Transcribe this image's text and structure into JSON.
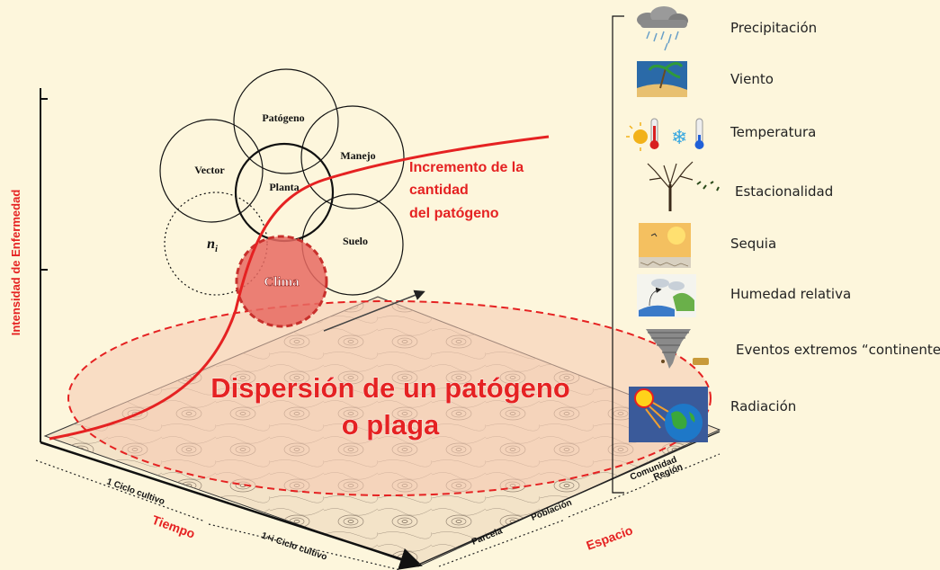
{
  "colors": {
    "background": "#fdf6dc",
    "accent_red": "#e52222",
    "ellipse_fill": "#f6c9b0",
    "clima_fill": "#e86a62"
  },
  "y_axis_label": "Intensidad de Enfermedad",
  "curve_label": [
    "Incremento de la",
    "cantidad",
    "del patógeno"
  ],
  "main_title": [
    "Dispersión de un patógeno",
    "o plaga"
  ],
  "circles": {
    "patogeno": "Patógeno",
    "manejo": "Manejo",
    "vector": "Vector",
    "planta": "Planta",
    "suelo": "Suelo",
    "ni": "n",
    "ni_sub": "i",
    "clima": "Clima"
  },
  "time_axis": {
    "title": "Tiempo",
    "cycle_1": "1 Ciclo cultivo",
    "cycle_n": "1+i Ciclo cultivo"
  },
  "space_axis": {
    "title": "Espacio",
    "levels": [
      "Parcela",
      "Población",
      "Comunidad",
      "Región"
    ]
  },
  "climate_factors": [
    {
      "label": "Precipitación",
      "icon": "rain-cloud-icon"
    },
    {
      "label": "Viento",
      "icon": "wind-palm-icon"
    },
    {
      "label": "Temperatura",
      "icon": "thermometer-icon"
    },
    {
      "label": "Estacionalidad",
      "icon": "bare-tree-icon"
    },
    {
      "label": "Sequia",
      "icon": "drought-icon"
    },
    {
      "label": "Humedad relativa",
      "icon": "water-cycle-icon"
    },
    {
      "label": "Eventos extremos “continente",
      "icon": "tornado-icon"
    },
    {
      "label": "Radiación",
      "icon": "sun-earth-icon"
    }
  ]
}
